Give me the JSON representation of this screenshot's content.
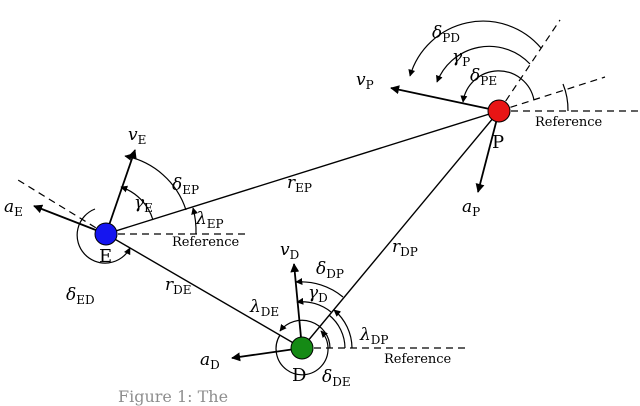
{
  "nodes": {
    "E": {
      "label": "E",
      "color": "#1515f0"
    },
    "P": {
      "label": "P",
      "color": "#e81515"
    },
    "D": {
      "label": "D",
      "color": "#158a15"
    }
  },
  "ranges": {
    "r_EP": {
      "sym": "r",
      "sub": "EP"
    },
    "r_DP": {
      "sym": "r",
      "sub": "DP"
    },
    "r_DE": {
      "sym": "r",
      "sub": "DE"
    }
  },
  "vectors": {
    "v_E": {
      "sym": "v",
      "sub": "E"
    },
    "a_E": {
      "sym": "a",
      "sub": "E"
    },
    "v_P": {
      "sym": "v",
      "sub": "P"
    },
    "a_P": {
      "sym": "a",
      "sub": "P"
    },
    "v_D": {
      "sym": "v",
      "sub": "D"
    },
    "a_D": {
      "sym": "a",
      "sub": "D"
    }
  },
  "angles": {
    "delta_EP": {
      "sym": "δ",
      "sub": "EP"
    },
    "gamma_E": {
      "sym": "γ",
      "sub": "E"
    },
    "lambda_EP": {
      "sym": "λ",
      "sub": "EP"
    },
    "delta_ED": {
      "sym": "δ",
      "sub": "ED"
    },
    "delta_PD": {
      "sym": "δ",
      "sub": "PD"
    },
    "gamma_P": {
      "sym": "γ",
      "sub": "P"
    },
    "delta_PE": {
      "sym": "δ",
      "sub": "PE"
    },
    "delta_DP": {
      "sym": "δ",
      "sub": "DP"
    },
    "gamma_D": {
      "sym": "γ",
      "sub": "D"
    },
    "lambda_DE": {
      "sym": "λ",
      "sub": "DE"
    },
    "lambda_DP": {
      "sym": "λ",
      "sub": "DP"
    },
    "delta_DE": {
      "sym": "δ",
      "sub": "DE"
    }
  },
  "reference_label": "Reference",
  "caption": "Figure 1: The"
}
